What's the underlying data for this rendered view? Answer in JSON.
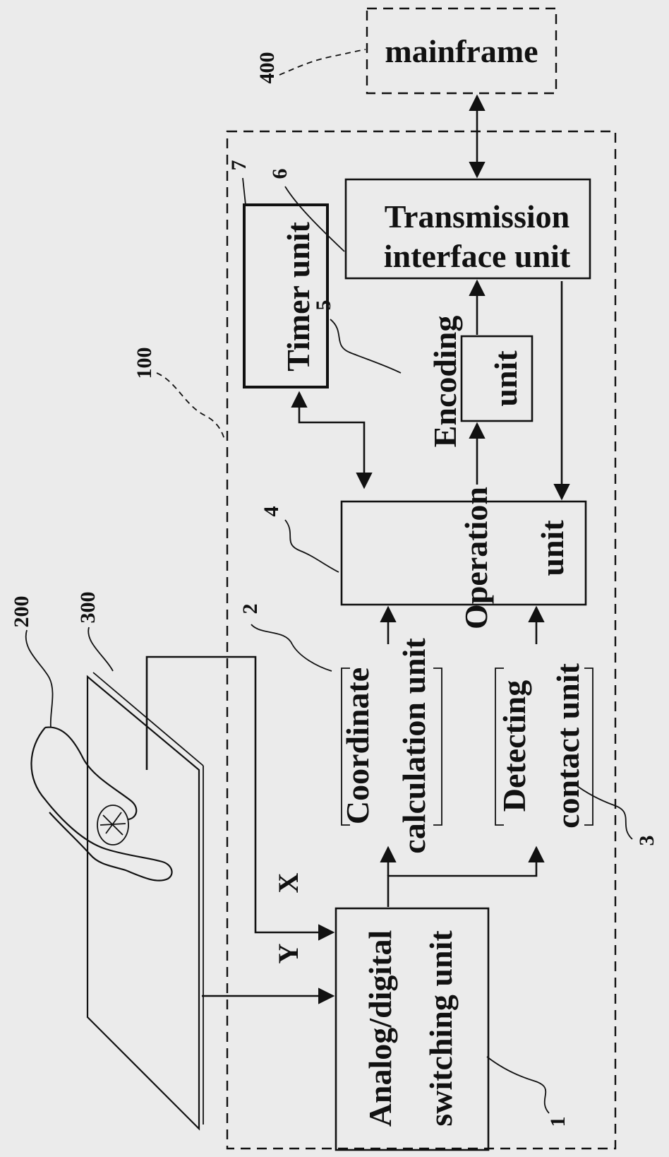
{
  "blocks": {
    "mainframe": "mainframe",
    "transmission_1": "Transmission",
    "transmission_2": "interface unit",
    "timer": "Timer unit",
    "encoding_1": "Encoding",
    "encoding_2": "unit",
    "operation_1": "Operation",
    "operation_2": "unit",
    "coordinate_1": "Coordinate",
    "coordinate_2": "calculation unit",
    "detecting_1": "Detecting",
    "detecting_2": "contact unit",
    "analog_1": "Analog/digital",
    "analog_2": "switching unit"
  },
  "signals": {
    "x": "X",
    "y": "Y"
  },
  "refs": {
    "r100": "100",
    "r200": "200",
    "r300": "300",
    "r400": "400",
    "r1": "1",
    "r2": "2",
    "r3": "3",
    "r4": "4",
    "r5": "5",
    "r6": "6",
    "r7": "7"
  }
}
